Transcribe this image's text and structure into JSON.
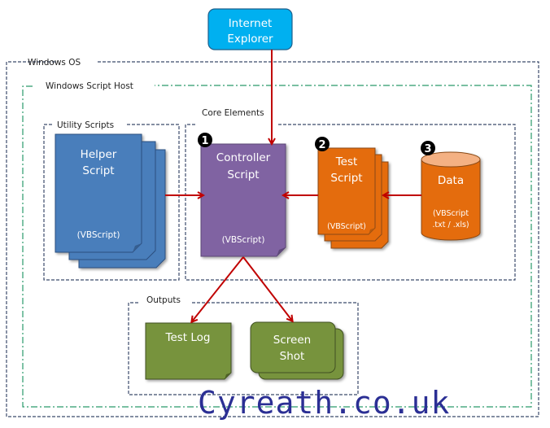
{
  "diagram": {
    "top_node": {
      "line1": "Internet",
      "line2": "Explorer",
      "color": "#00b0f0"
    },
    "containers": {
      "windows_os": "Windows OS",
      "script_host": "Windows Script Host",
      "utility_scripts": "Utility Scripts",
      "core_elements": "Core Elements",
      "outputs": "Outputs"
    },
    "helper": {
      "line1": "Helper",
      "line2": "Script",
      "note": "(VBScript)",
      "color": "#4a7ebb"
    },
    "controller": {
      "badge": "1",
      "line1": "Controller",
      "line2": "Script",
      "note": "(VBScript)",
      "color": "#8064a2"
    },
    "test_script": {
      "badge": "2",
      "line1": "Test",
      "line2": "Script",
      "note": "(VBScript)",
      "color": "#e46c0a"
    },
    "data": {
      "badge": "3",
      "title": "Data",
      "note1": "(VBScript",
      "note2": ".txt / .xls)",
      "color": "#e46c0a"
    },
    "test_log": {
      "label": "Test Log",
      "color": "#77933c"
    },
    "screen_shot": {
      "line1": "Screen",
      "line2": "Shot",
      "color": "#77933c"
    },
    "arrow_color": "#c00000",
    "watermark": "Cyreath.co.uk"
  }
}
